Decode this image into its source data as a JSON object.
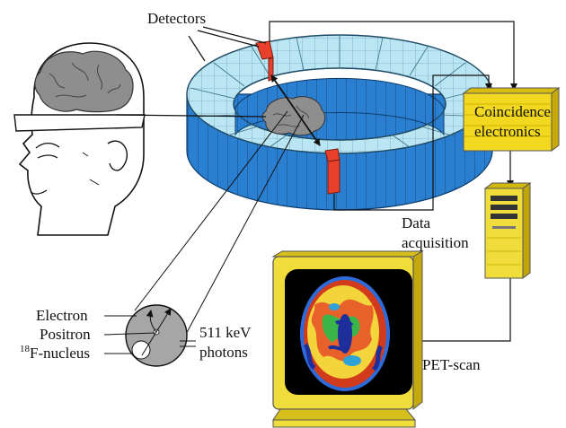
{
  "labels": {
    "detectors": "Detectors",
    "coincidence_line1": "Coincidence",
    "coincidence_line2": "electronics",
    "data_line1": "Data",
    "data_line2": "acquisition",
    "electron": "Electron",
    "positron": "Positron",
    "nucleus_sup": "18",
    "nucleus": "F-nucleus",
    "photons_line1": "511 keV",
    "photons_line2": "photons",
    "pet_scan": "PET-scan"
  },
  "colors": {
    "ring_top": "#b9e6f2",
    "ring_side": "#2b7fd0",
    "detector_active": "#e8402a",
    "coincidence_box": "#f2d81e",
    "computer": "#f0dc3a",
    "screen_bg": "#000000",
    "brain": "#8e8e8e"
  }
}
